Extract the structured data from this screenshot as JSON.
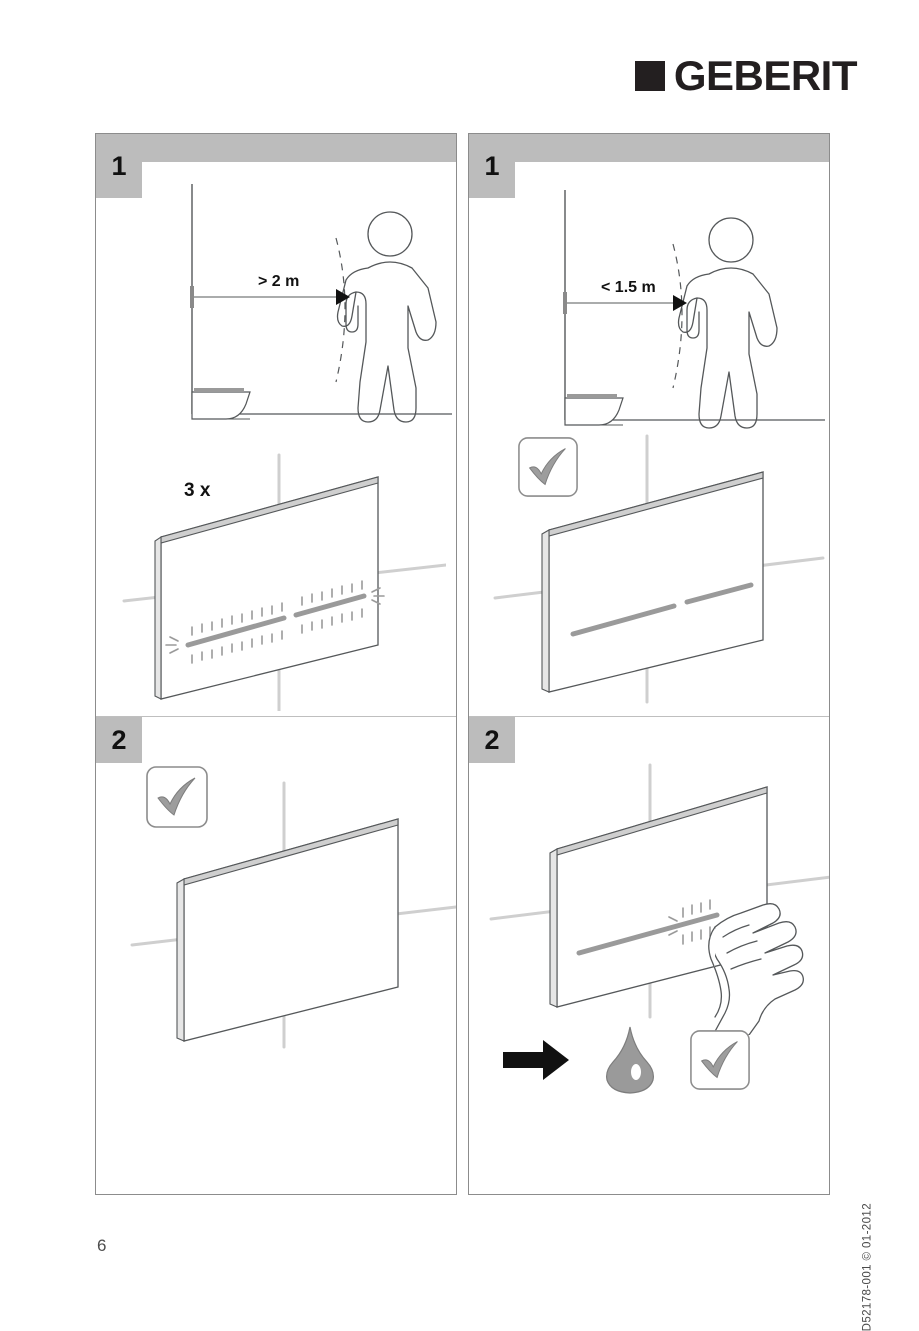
{
  "brand": {
    "name": "GEBERIT",
    "mark_icon": "geberit-square-logo-icon",
    "mark_color": "#231f20"
  },
  "page": {
    "number": "6",
    "doc_code": "D52178-001 © 01-2012",
    "background": "#ffffff"
  },
  "colors": {
    "step_badge_bg": "#bcbcbc",
    "panel_border": "#8c8c8c",
    "line_art": "#55585a",
    "tile_line": "#cfcfcf",
    "accent_bar": "#9a9a9a",
    "arrow_black": "#111111",
    "droplet_gray": "#9a9a9a",
    "check_gray": "#9d9d9d"
  },
  "panels": [
    {
      "id": "left",
      "steps": [
        {
          "number": "1",
          "has_header_bar": true,
          "figures": [
            {
              "name": "room-distance-diagram",
              "dimension_label": "> 2 m",
              "elements": [
                "wall",
                "toilet",
                "person",
                "sensor-arc",
                "floor-line",
                "dimension-arrow"
              ]
            },
            {
              "name": "flush-plate-blinking",
              "count_label": "3 x",
              "elements": [
                "tile-joints",
                "flush-plate",
                "two-blinking-bars"
              ]
            }
          ]
        },
        {
          "number": "2",
          "has_header_bar": false,
          "figures": [
            {
              "name": "flush-plate-lights-off",
              "icons": [
                "check-ok-icon"
              ],
              "elements": [
                "tile-joints",
                "flush-plate"
              ]
            }
          ]
        }
      ]
    },
    {
      "id": "right",
      "steps": [
        {
          "number": "1",
          "has_header_bar": true,
          "figures": [
            {
              "name": "room-distance-diagram",
              "dimension_label": "< 1.5 m",
              "elements": [
                "wall",
                "toilet",
                "person",
                "sensor-arc",
                "floor-line",
                "dimension-arrow"
              ]
            },
            {
              "name": "flush-plate-lit",
              "icons": [
                "check-ok-icon"
              ],
              "elements": [
                "tile-joints",
                "flush-plate",
                "two-lit-bars"
              ]
            }
          ]
        },
        {
          "number": "2",
          "has_header_bar": false,
          "figures": [
            {
              "name": "hand-activating-flush-plate",
              "elements": [
                "tile-joints",
                "flush-plate",
                "lit-bar",
                "hand",
                "activation-sparks"
              ]
            },
            {
              "name": "result-icon-row",
              "icons": [
                "arrow-right-icon",
                "water-drop-icon",
                "check-ok-icon"
              ]
            }
          ]
        }
      ]
    }
  ]
}
